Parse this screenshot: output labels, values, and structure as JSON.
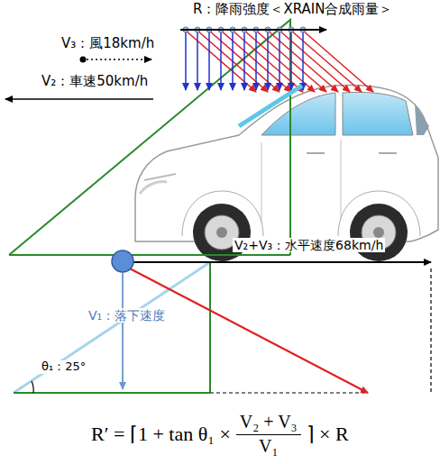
{
  "diagram": {
    "labels": [
      "R：降雨強度＜XRAIN合成雨量＞",
      "V₃：風18km/h",
      "V₂：車速50km/h",
      "V₂+V₃：水平速度68km/h",
      "V₁：落下速度",
      "θ₁：25°",
      "R′ = ⌈1 + tan θ₁ ×",
      "V₂ + V₃",
      "V₁",
      "⌉ × R"
    ]
  }
}
